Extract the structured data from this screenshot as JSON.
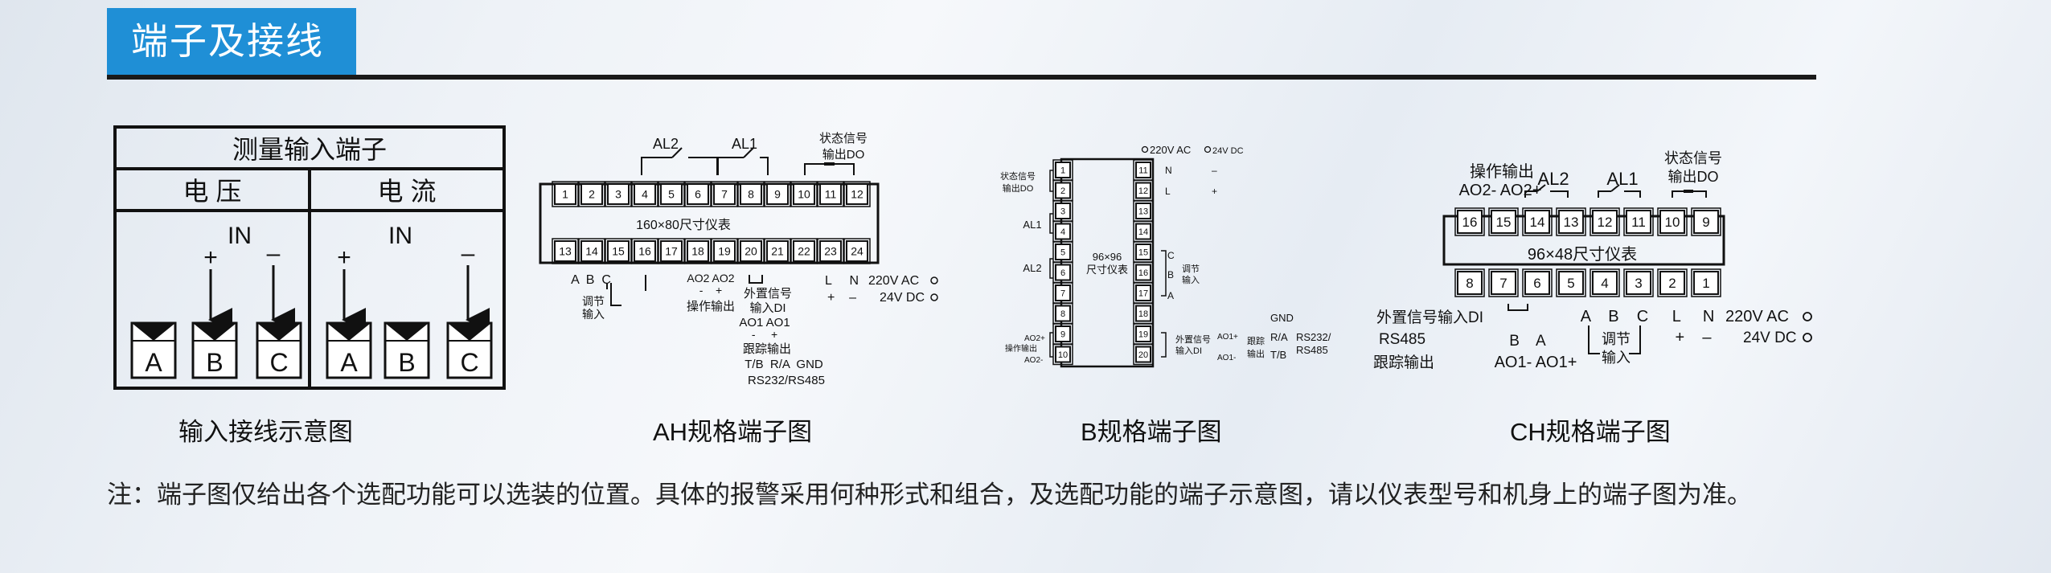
{
  "header": {
    "title": "端子及接线"
  },
  "input": {
    "title": "测量输入端子",
    "voltage": "电 压",
    "current": "电 流",
    "in": "IN",
    "plus": "+",
    "minus": "–",
    "terms": [
      "A",
      "B",
      "C"
    ],
    "caption": "输入接线示意图"
  },
  "ah": {
    "caption": "AH规格端子图",
    "size": "160×80尺寸仪表",
    "top_nums": [
      "1",
      "2",
      "3",
      "4",
      "5",
      "6",
      "7",
      "8",
      "9",
      "10",
      "11",
      "12"
    ],
    "bottom_nums": [
      "13",
      "14",
      "15",
      "16",
      "17",
      "18",
      "19",
      "20",
      "21",
      "22",
      "23",
      "24"
    ],
    "al2": "AL2",
    "al1": "AL1",
    "status": "状态信号",
    "status2": "输出DO",
    "abc": "A  B  C",
    "adj": "调节",
    "adj2": "输入",
    "ao": "AO2 AO2",
    "ao_sign": "-    +",
    "op_out": "操作输出",
    "ext": "外置信号",
    "ext2": "输入DI",
    "ao1": "AO1 AO1",
    "ao1_sign": "-     +",
    "track": "跟踪输出",
    "tb": "T/B  R/A  GND",
    "rs": "RS232/RS485",
    "ln": "L     N",
    "ln_sign": "+    –",
    "ac": "220V AC",
    "dc": "24V DC"
  },
  "b": {
    "caption": "B规格端子图",
    "size1": "96×96",
    "size2": "尺寸仪表",
    "left_nums": [
      "1",
      "2",
      "3",
      "4",
      "5",
      "6",
      "7",
      "8",
      "9",
      "10"
    ],
    "right_nums": [
      "11",
      "12",
      "13",
      "14",
      "15",
      "16",
      "17",
      "18",
      "19",
      "20"
    ],
    "ac": "220V AC",
    "dc": "24V DC",
    "n": "N",
    "l": "L",
    "minus": "–",
    "plus": "+",
    "status": "状态信号",
    "status2": "输出DO",
    "al1": "AL1",
    "al2": "AL2",
    "c": "C",
    "bb": "B",
    "a": "A",
    "adj": "调节",
    "adj2": "输入",
    "op_out": "操作输出",
    "ao2p": "AO2+",
    "ao2m": "AO2-",
    "ext": "外置信号",
    "ext2": "输入DI",
    "ao1p": "AO1+",
    "ao1m": "AO1-",
    "track": "跟踪",
    "track2": "输出",
    "gnd": "GND",
    "ra": "R/A",
    "tb": "T/B",
    "rs1": "RS232/",
    "rs2": "RS485"
  },
  "ch": {
    "caption": "CH规格端子图",
    "size": "96×48尺寸仪表",
    "top_nums": [
      "16",
      "15",
      "14",
      "13",
      "12",
      "11",
      "10",
      "9"
    ],
    "bottom_nums": [
      "8",
      "7",
      "6",
      "5",
      "4",
      "3",
      "2",
      "1"
    ],
    "op": "操作输出",
    "ao2": "AO2- AO2+",
    "al2": "AL2",
    "al1": "AL1",
    "status": "状态信号",
    "status2": "输出DO",
    "ext": "外置信号输入DI",
    "abc": "A    B    C",
    "ln": "L     N",
    "ac": "220V AC",
    "dc": "24V DC",
    "rs485": "RS485",
    "ba": "B    A",
    "adj": "调节",
    "adj2": "输入",
    "ln_sign": "+    –",
    "track": "跟踪输出",
    "ao1": "AO1- AO1+"
  },
  "note": "注：端子图仅给出各个选配功能可以选装的位置。具体的报警采用何种形式和组合，及选配功能的端子示意图，请以仪表型号和机身上的端子图为准。"
}
